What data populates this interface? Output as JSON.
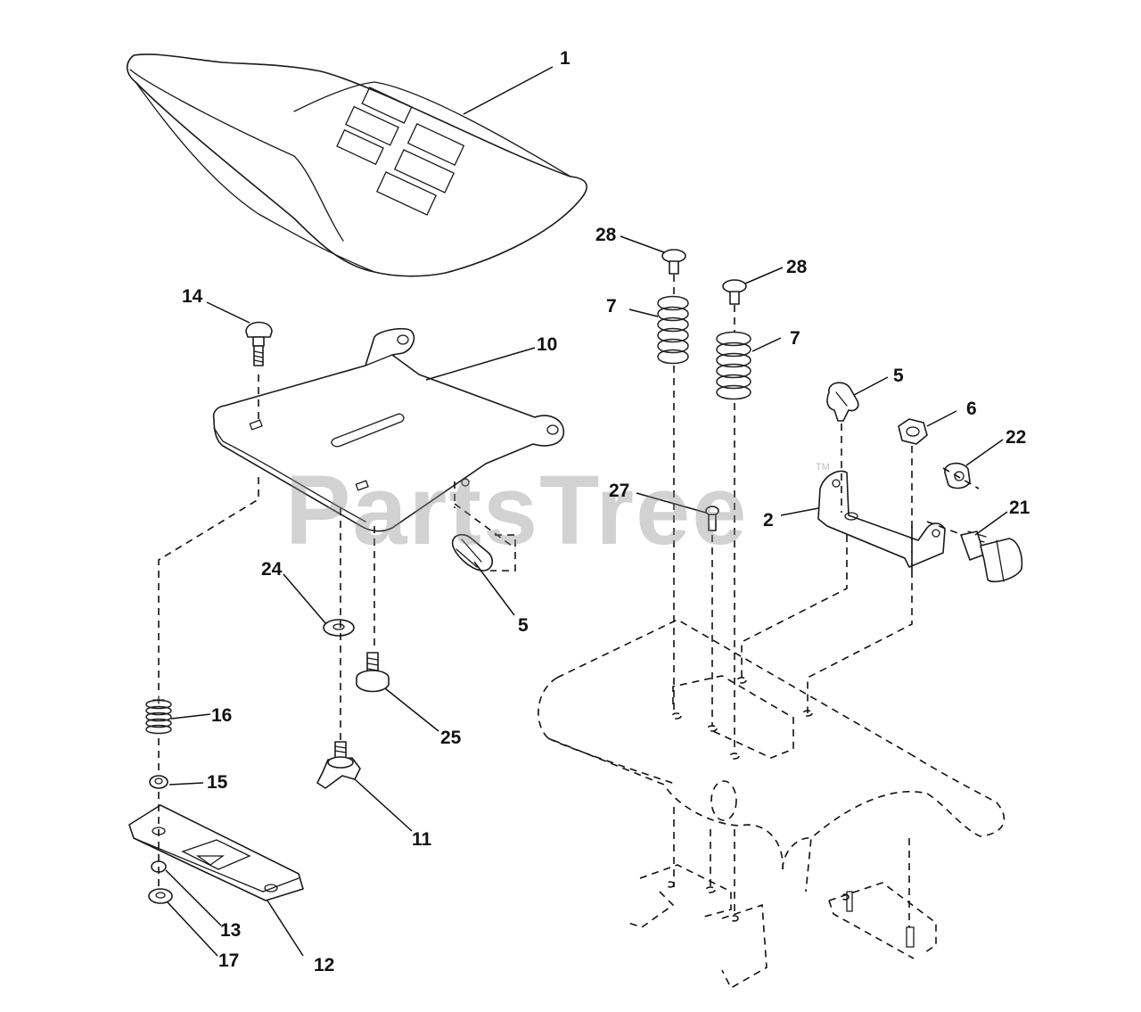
{
  "diagram": {
    "watermark": "PartsTree",
    "watermark_mark": "TM",
    "callouts": [
      "1",
      "2",
      "5",
      "5",
      "6",
      "7",
      "7",
      "10",
      "11",
      "12",
      "13",
      "14",
      "15",
      "16",
      "17",
      "21",
      "22",
      "24",
      "25",
      "27",
      "28",
      "28"
    ]
  }
}
